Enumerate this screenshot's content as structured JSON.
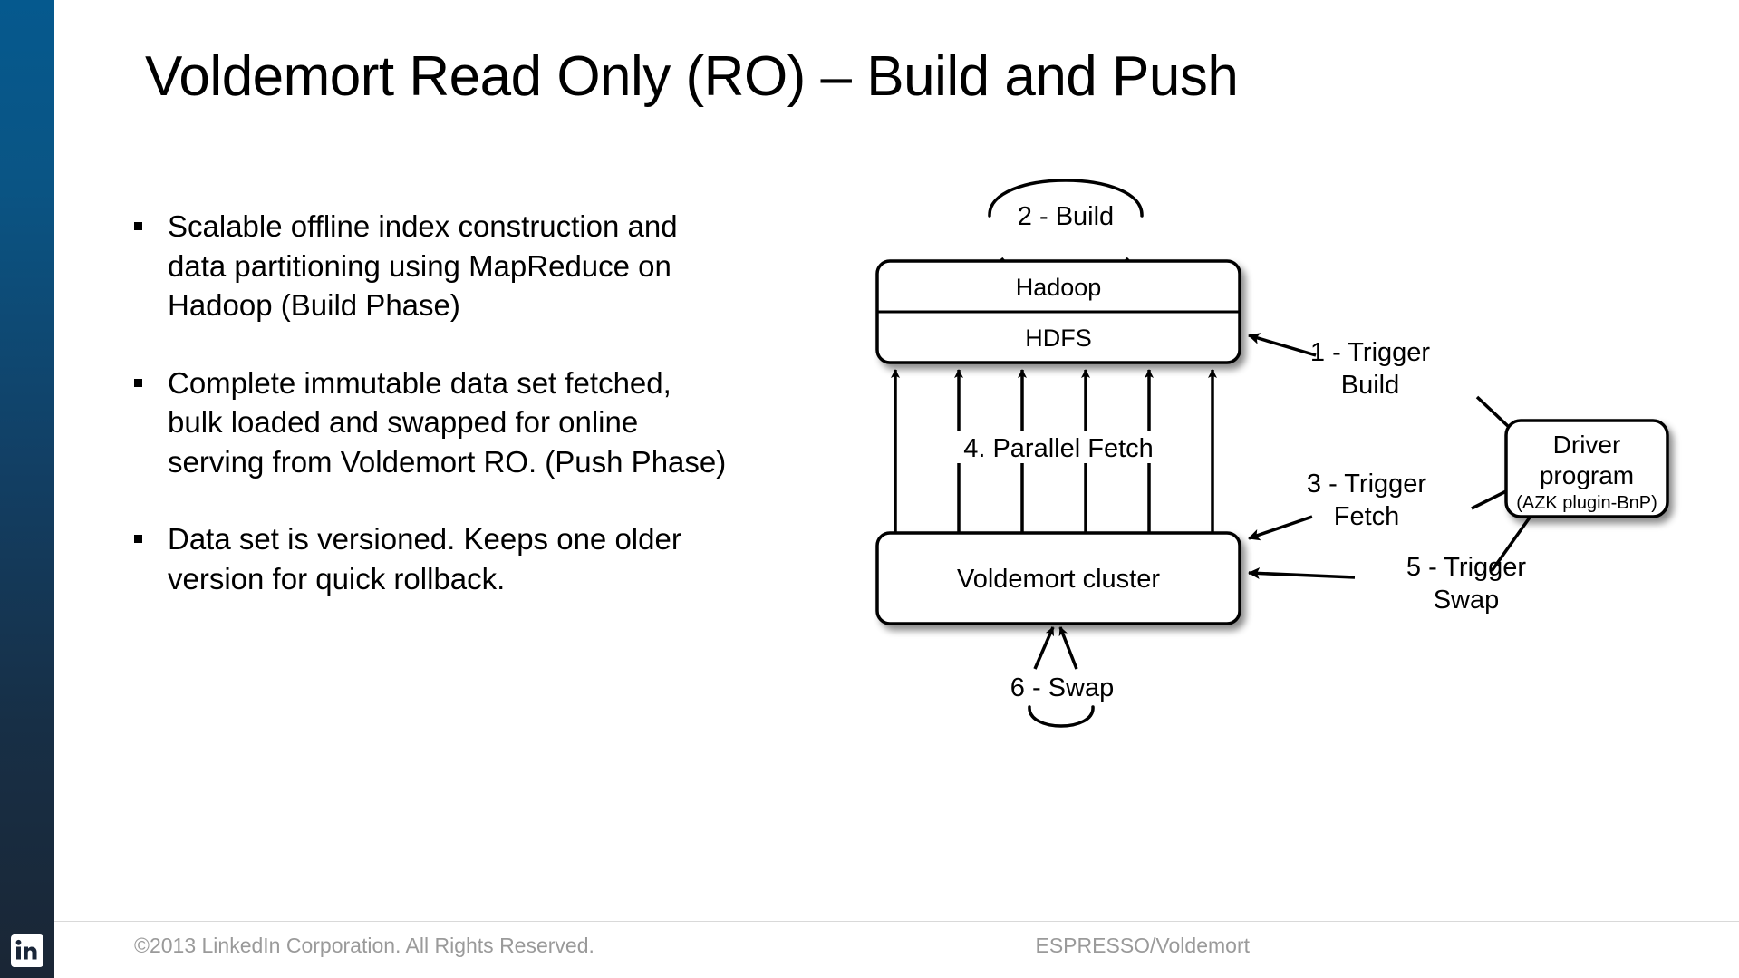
{
  "slide": {
    "title": "Voldemort Read Only (RO) – Build and Push",
    "bullets": [
      "Scalable offline index construction and data partitioning using MapReduce on Hadoop (Build Phase)",
      "Complete immutable data set fetched, bulk loaded and swapped for online serving from Voldemort RO. (Push Phase)",
      "Data set is versioned. Keeps one older version for quick rollback."
    ]
  },
  "diagram": {
    "nodes": {
      "hadoop": "Hadoop",
      "hdfs": "HDFS",
      "voldemort_cluster": "Voldemort cluster",
      "driver_title_line1": "Driver",
      "driver_title_line2": "program",
      "driver_subtitle": "(AZK plugin-BnP)"
    },
    "labels": {
      "step2_build": "2 - Build",
      "step1_trigger_build_line1": "1 - Trigger",
      "step1_trigger_build_line2": "Build",
      "step3_trigger_fetch_line1": "3 - Trigger",
      "step3_trigger_fetch_line2": "Fetch",
      "step4_parallel_fetch": "4. Parallel Fetch",
      "step5_trigger_swap_line1": "5 - Trigger",
      "step5_trigger_swap_line2": "Swap",
      "step6_swap": "6 - Swap"
    }
  },
  "footer": {
    "copyright": "©2013 LinkedIn Corporation. All Rights Reserved.",
    "deck_label": "ESPRESSO/Voldemort",
    "logo_text": "in"
  },
  "colors": {
    "sidebar_top": "#05598e",
    "sidebar_bottom": "#1a2635",
    "text": "#000000",
    "footer_text": "#9a9a9a"
  }
}
